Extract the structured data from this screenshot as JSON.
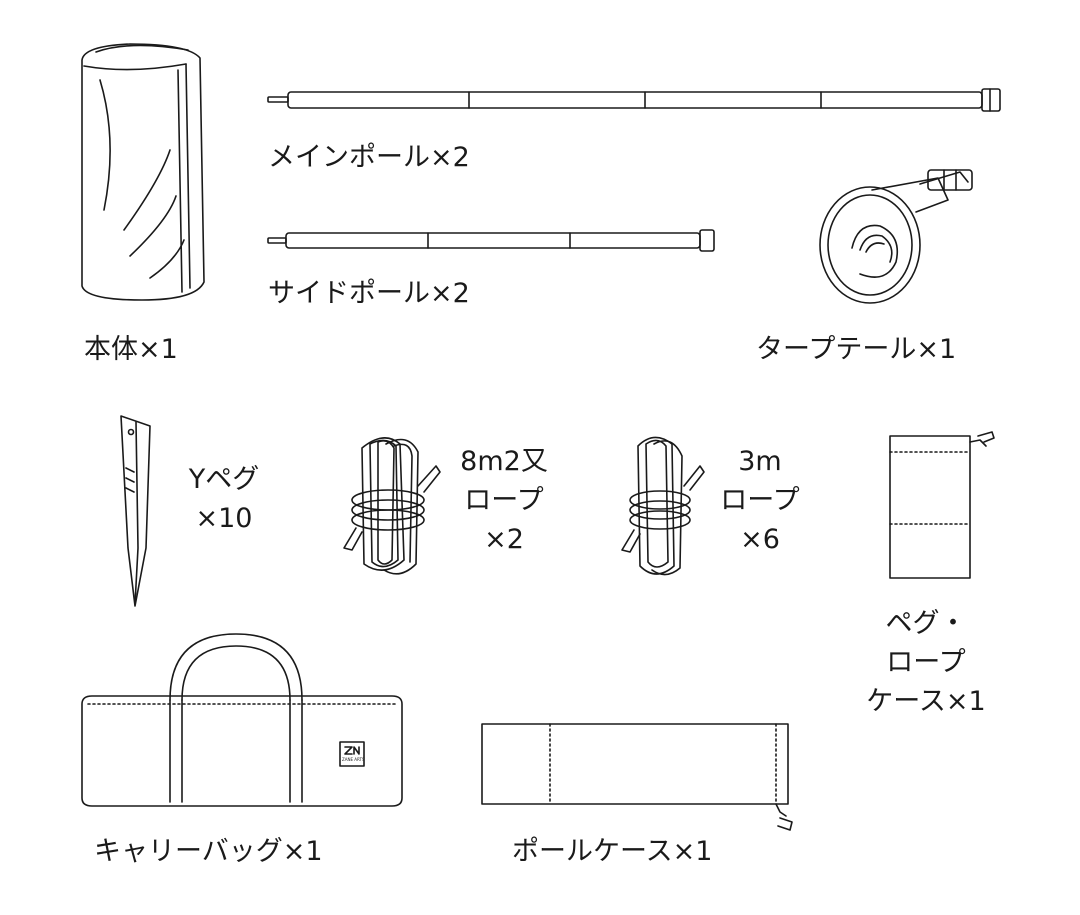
{
  "items": {
    "body": {
      "label": "本体×1"
    },
    "main_pole": {
      "label": "メインポール×2"
    },
    "side_pole": {
      "label": "サイドポール×2"
    },
    "tarp_tail": {
      "label": "タープテール×1"
    },
    "y_peg": {
      "line1": "Yペグ",
      "line2": "×10"
    },
    "rope_8m": {
      "line1": "8m2又",
      "line2": "ロープ",
      "line3": "×2"
    },
    "rope_3m": {
      "line1": "3m",
      "line2": "ロープ",
      "line3": "×6"
    },
    "peg_rope_case": {
      "line1": "ペグ・",
      "line2": "ロープ",
      "line3": "ケース×1"
    },
    "carry_bag": {
      "label": "キャリーバッグ×1",
      "logo_text": "ZANE ARTS"
    },
    "pole_case": {
      "label": "ポールケース×1"
    }
  }
}
